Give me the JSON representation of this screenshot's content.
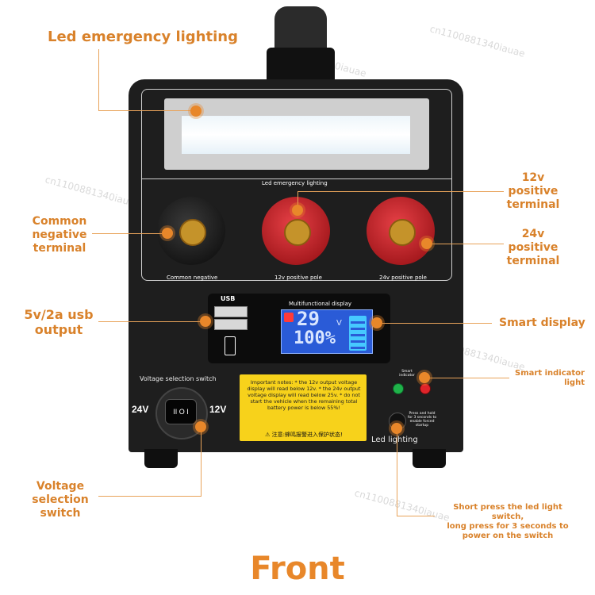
{
  "callouts": {
    "led_emergency": "Led emergency lighting",
    "common_negative": "Common\nnegative\nterminal",
    "p12v": "12v\npositive\nterminal",
    "p24v": "24v\npositive\nterminal",
    "usb": "5v/2a usb\noutput",
    "smart_display": "Smart display",
    "smart_indicator": "Smart indicator\nlight",
    "voltage_switch": "Voltage\nselection\nswitch",
    "short_press": "Short press the led light switch,\nlong press for 3 seconds to\npower on the switch"
  },
  "device": {
    "led_panel_label": "Led emergency lighting",
    "terminal_common": "Common negative",
    "terminal_12v": "12v positive pole",
    "terminal_24v": "24v positive pole",
    "usb_label": "USB",
    "display_label": "Multifunctional display",
    "display_voltage": "29",
    "display_unit": "V",
    "display_percent": "100%",
    "voltage_switch_label": "Voltage selection switch",
    "v24": "24V",
    "v12": "12V",
    "switch_glyph": "II O I",
    "warning_text": "Important notes: * the 12v output voltage display will read below 12v. * the 24v output voltage display will read below 25v. * do not start the vehicle when the remaining total battery power is below 55%!",
    "warning_cn": "⚠ 注意:蜂鸣报警进入保护状态!",
    "smart_indicator_small": "Smart indicator",
    "press_hold_small": "Press and hold for 3 seconds to enable forced startup",
    "led_lighting": "Led lighting"
  },
  "footer": {
    "title": "Front"
  },
  "watermark": "cn1100881340iauae",
  "colors": {
    "accent": "#d9822b",
    "device_body": "#1e1e1e",
    "terminal_red": "#c8151b",
    "warning_yellow": "#f7d21b",
    "display_blue": "#2a5bd7"
  }
}
